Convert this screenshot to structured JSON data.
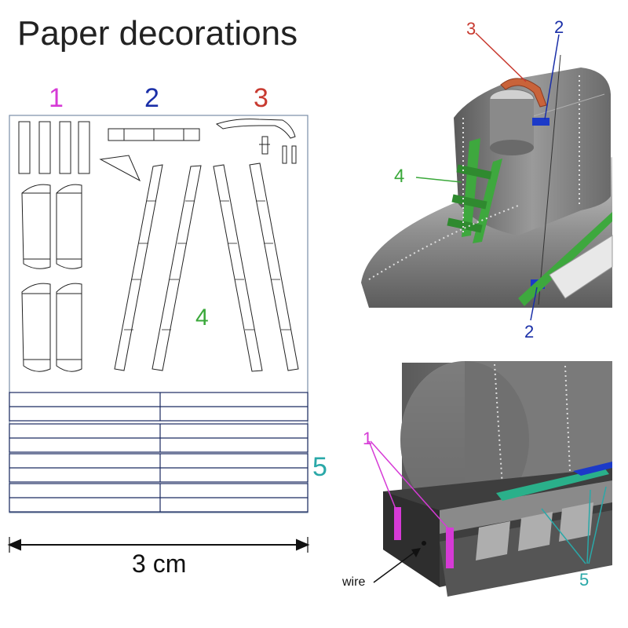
{
  "title": "Paper decorations",
  "sheet_labels": {
    "one": "1",
    "two": "2",
    "three": "3",
    "four": "4",
    "five": "5"
  },
  "scale_label": "3 cm",
  "right_labels": {
    "top": {
      "three": "3",
      "two_top": "2",
      "four": "4",
      "two_bottom": "2"
    },
    "bottom": {
      "one": "1",
      "five": "5",
      "wire": "wire"
    }
  },
  "colors": {
    "magenta": "#d63ad6",
    "blue": "#1a2fa8",
    "red": "#c83a30",
    "green": "#3aa83a",
    "teal": "#2aa8a8"
  }
}
